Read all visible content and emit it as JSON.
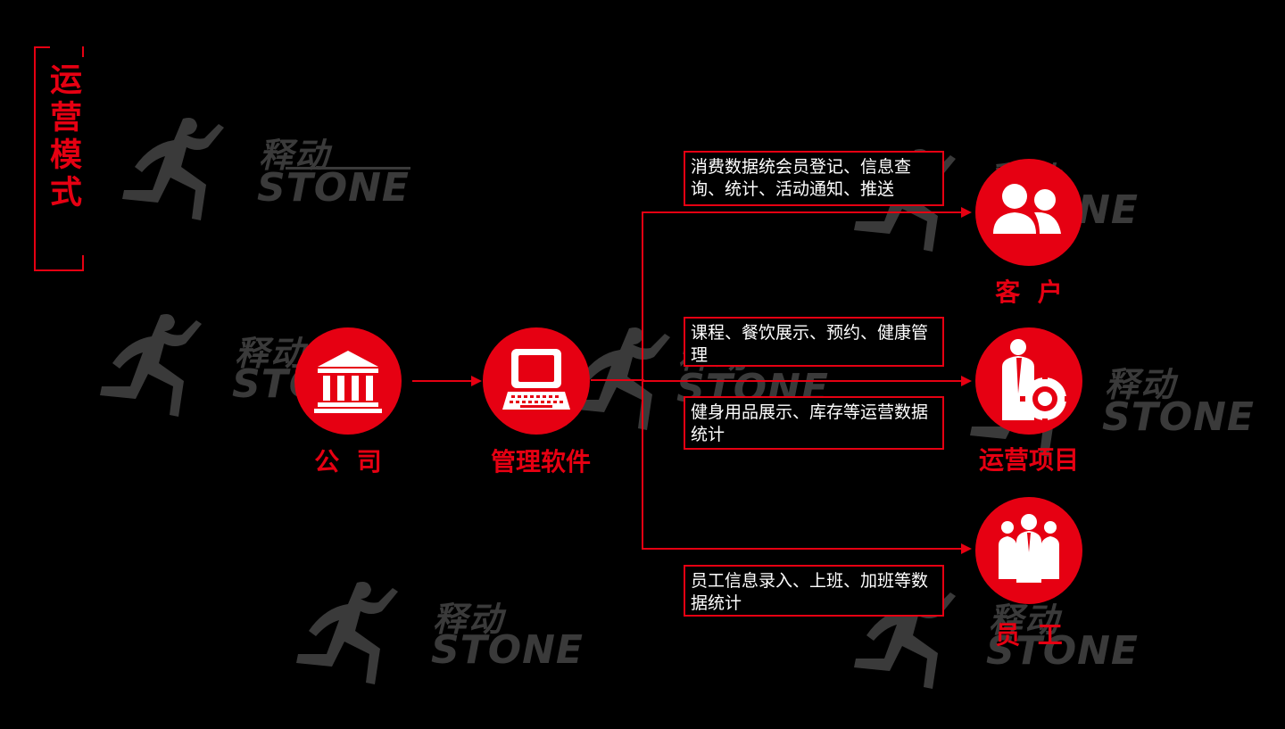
{
  "title": "运营模式",
  "watermark": {
    "cn": "释动",
    "en": "STONE"
  },
  "nodes": {
    "company": {
      "label": "公  司",
      "icon": "bank-icon"
    },
    "software": {
      "label": "管理软件",
      "icon": "computer-terminal-icon"
    },
    "customer": {
      "label": "客  户",
      "icon": "users-icon"
    },
    "operations": {
      "label": "运营项目",
      "icon": "businessman-gear-icon"
    },
    "staff": {
      "label": "员  工",
      "icon": "team-icon"
    }
  },
  "boxes": {
    "customer_desc": "消费数据统会员登记、信息查询、统计、活动通知、推送",
    "course_desc": "课程、餐饮展示、预约、健康管理",
    "fitness_desc": "健身用品展示、库存等运营数据统计",
    "staff_desc": "员工信息录入、上班、加班等数据统计"
  },
  "colors": {
    "accent": "#e60012",
    "background": "#000000",
    "watermark": "#6b6b6b"
  }
}
